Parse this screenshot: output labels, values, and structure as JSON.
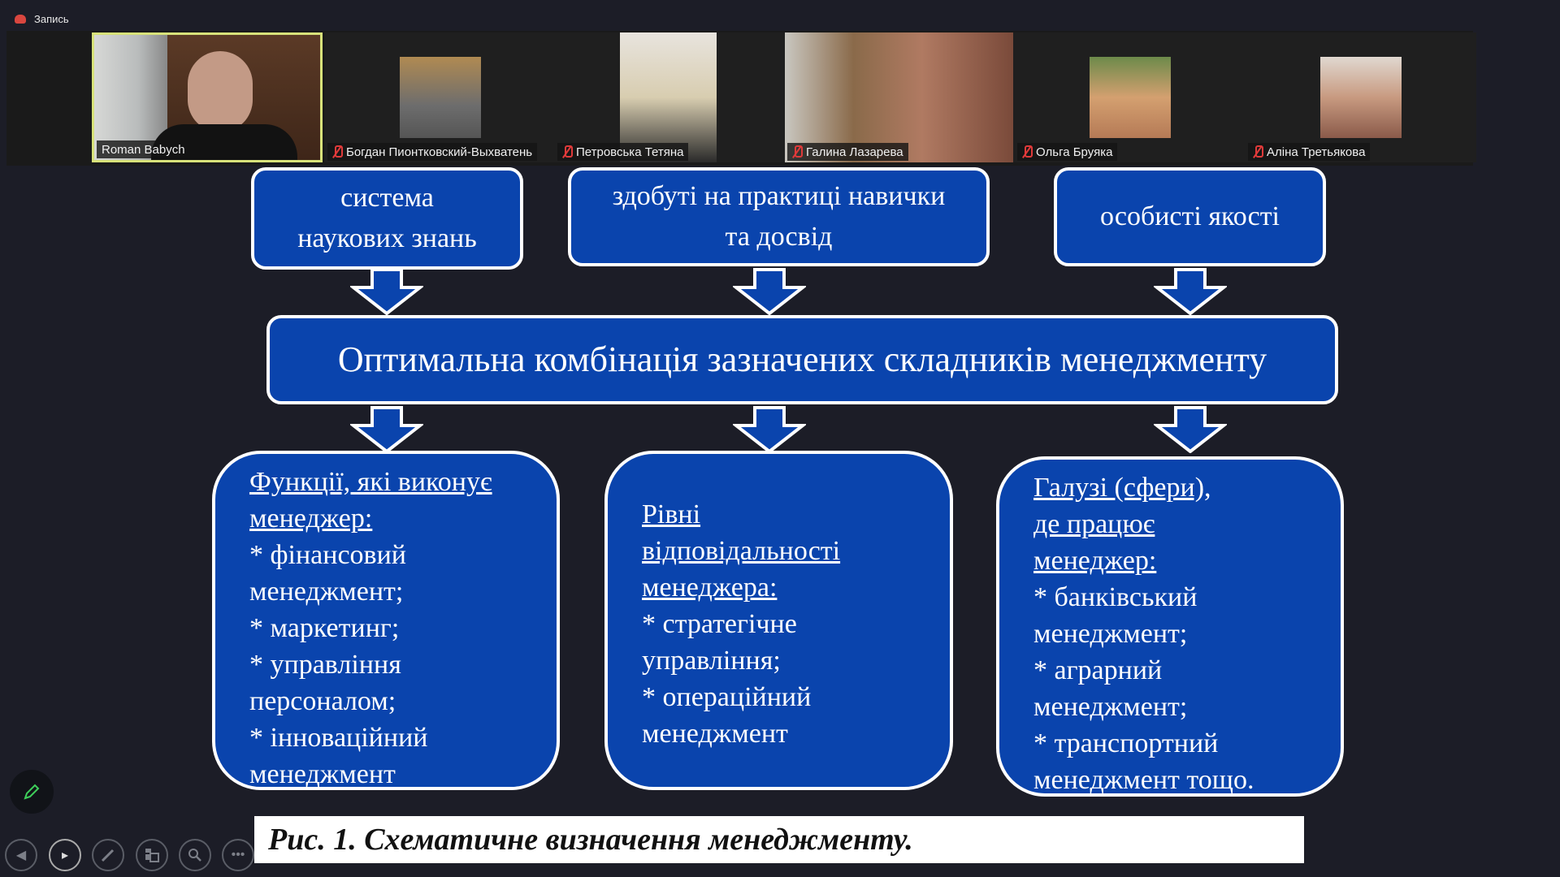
{
  "recording": {
    "label": "Запись"
  },
  "participants": [
    {
      "name": "Roman Babych",
      "muted": false,
      "active": true
    },
    {
      "name": "Богдан Пионтковский-Выхватень",
      "muted": true
    },
    {
      "name": "Петровська Тетяна",
      "muted": true
    },
    {
      "name": "Галина Лазарева",
      "muted": true
    },
    {
      "name": "Ольга Бруяка",
      "muted": true
    },
    {
      "name": "Аліна Третьякова",
      "muted": true
    }
  ],
  "slide": {
    "top_boxes": [
      {
        "lines": [
          "система",
          "наукових знань"
        ]
      },
      {
        "lines": [
          "здобуті на практиці навички",
          "та досвід"
        ]
      },
      {
        "lines": [
          "особисті якості"
        ]
      }
    ],
    "center": "Оптимальна комбінація зазначених складників менеджменту",
    "bottom_boxes": [
      {
        "heading": [
          "Функції, які виконує",
          "менеджер:"
        ],
        "lines": [
          "* фінансовий",
          "менеджмент;",
          "* маркетинг;",
          "* управління",
          "персоналом;",
          "* інноваційний",
          "менеджмент"
        ]
      },
      {
        "heading": [
          "Рівні",
          "відповідальності",
          "менеджера:"
        ],
        "lines": [
          "* стратегічне",
          "управління;",
          "* операційний",
          "менеджмент"
        ]
      },
      {
        "heading": [
          "Галузі (сфери),",
          "де працює",
          "менеджер:"
        ],
        "lines": [
          "* банківський",
          "менеджмент;",
          "* аграрний",
          "менеджмент;",
          "* транспортний",
          "менеджмент тощо."
        ]
      }
    ],
    "caption": "Рис. 1. Схематичне визначення менеджменту."
  },
  "colors": {
    "box": "#0a44ad",
    "active_speaker": "#d8e27a",
    "background": "#1c1d27"
  }
}
